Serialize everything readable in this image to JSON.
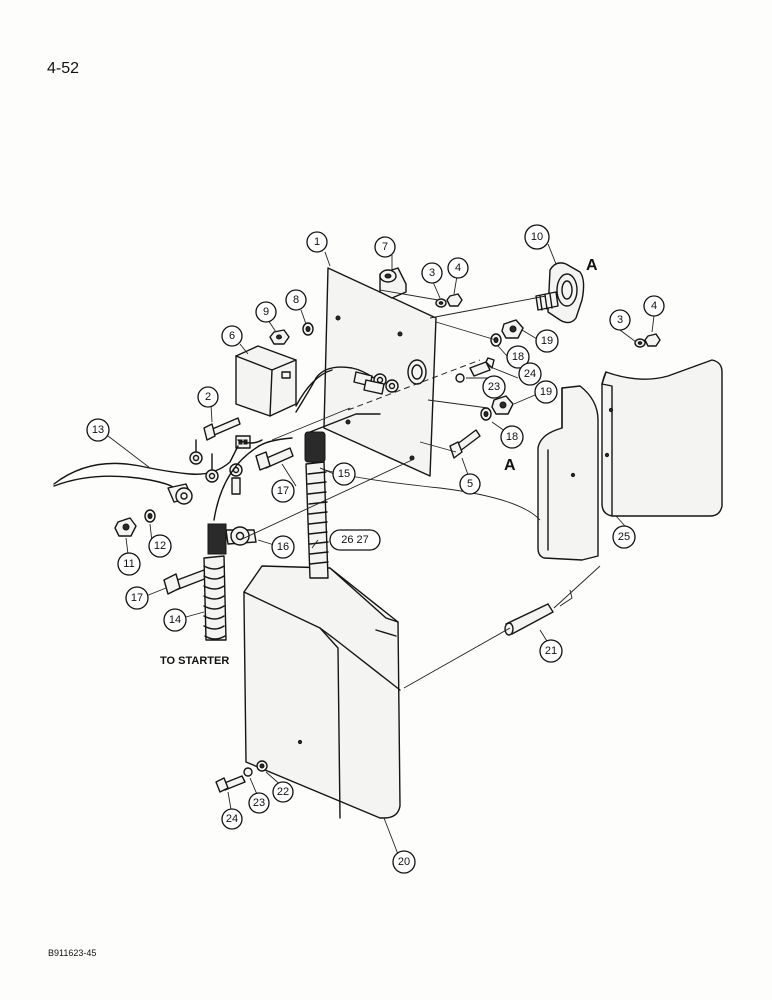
{
  "page_number": "4-52",
  "figure_code": "B911623-45",
  "labels": {
    "to_starter": "TO STARTER",
    "a": "A"
  },
  "callouts": {
    "c1": "1",
    "c2": "2",
    "c3a": "3",
    "c3b": "3",
    "c4a": "4",
    "c4b": "4",
    "c5": "5",
    "c6": "6",
    "c7": "7",
    "c8": "8",
    "c9": "9",
    "c10": "10",
    "c11": "11",
    "c12": "12",
    "c13": "13",
    "c14": "14",
    "c15": "15",
    "c16": "16",
    "c17a": "17",
    "c17b": "17",
    "c18a": "18",
    "c18b": "18",
    "c19a": "19",
    "c19b": "19",
    "c20": "20",
    "c21": "21",
    "c22": "22",
    "c23a": "23",
    "c23b": "23",
    "c24a": "24",
    "c24b": "24",
    "c25": "25",
    "c2627": "26 27"
  }
}
